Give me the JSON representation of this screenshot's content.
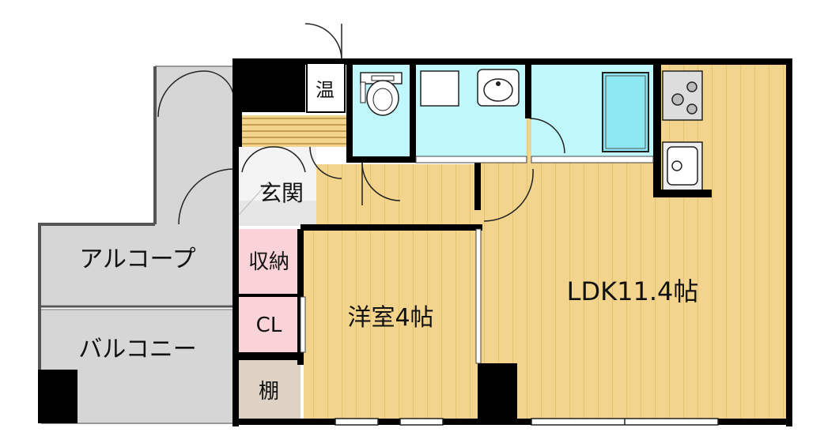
{
  "rooms": {
    "alcove": "アルコープ",
    "balcony": "バルコニー",
    "entrance": "玄関",
    "storage": "収納",
    "closet": "CL",
    "shelf": "棚",
    "western_room": "洋室4帖",
    "ldk": "LDK11.4帖",
    "water_heater": "温"
  },
  "colors": {
    "floor": "#f2d48c",
    "floor_stripe": "#e2bb66",
    "wet_area": "#bff7fb",
    "bath": "#8ce8f2",
    "exterior": "#d6d6d6",
    "storage": "#f9d3d8",
    "shelf": "#ddd2c3",
    "wall": "#000000"
  },
  "icons": [
    "toilet-icon",
    "sink-icon",
    "bathtub-icon",
    "stove-icon",
    "kitchen-sink-icon"
  ]
}
